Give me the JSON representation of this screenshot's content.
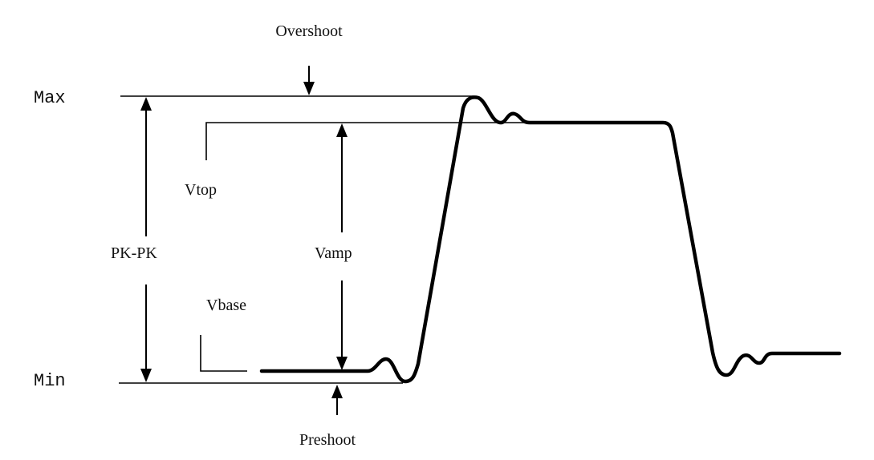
{
  "labels": {
    "max": "Max",
    "min": "Min",
    "overshoot": "Overshoot",
    "preshoot": "Preshoot",
    "vtop": "Vtop",
    "vbase": "Vbase",
    "pk_pk": "PK-PK",
    "vamp": "Vamp"
  },
  "colors": {
    "line": "#000000",
    "background": "#ffffff"
  }
}
